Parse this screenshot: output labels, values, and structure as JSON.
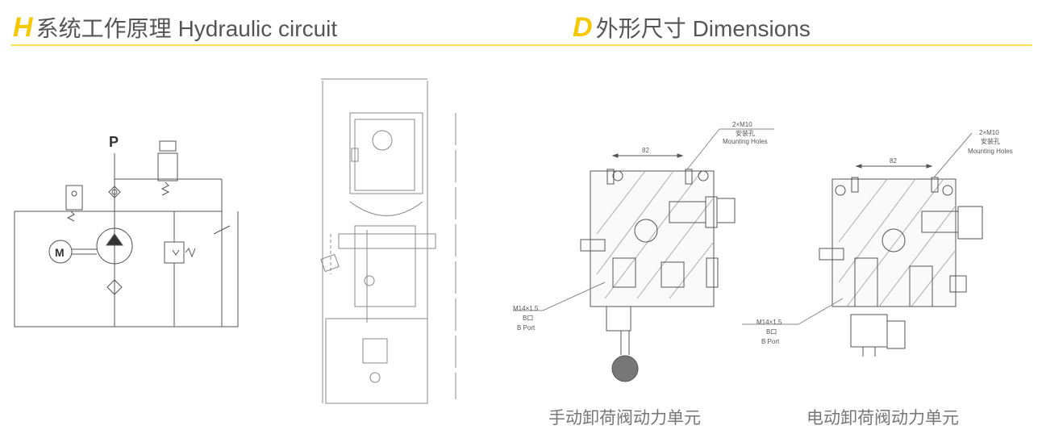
{
  "left_header": {
    "letter": "H",
    "title_cn": "系统工作原理",
    "title_en": "Hydraulic circuit"
  },
  "right_header": {
    "letter": "D",
    "title_cn": "外形尺寸",
    "title_en": "Dimensions"
  },
  "circuit": {
    "port_label": "P",
    "motor_label": "M"
  },
  "manual_unit": {
    "caption": "手动卸荷阀动力单元",
    "dim": "82",
    "holes_spec": "2×M10",
    "holes_cn": "安装孔",
    "holes_en": "Mounting Holes",
    "port_spec": "M14×1.5",
    "port_cn": "B口",
    "port_en": "B Port"
  },
  "electric_unit": {
    "caption": "电动卸荷阀动力单元",
    "dim": "82",
    "holes_spec": "2×M10",
    "holes_cn": "安装孔",
    "holes_en": "Mounting Holes",
    "port_spec": "M14×1.5",
    "port_cn": "B口",
    "port_en": "B Port"
  }
}
